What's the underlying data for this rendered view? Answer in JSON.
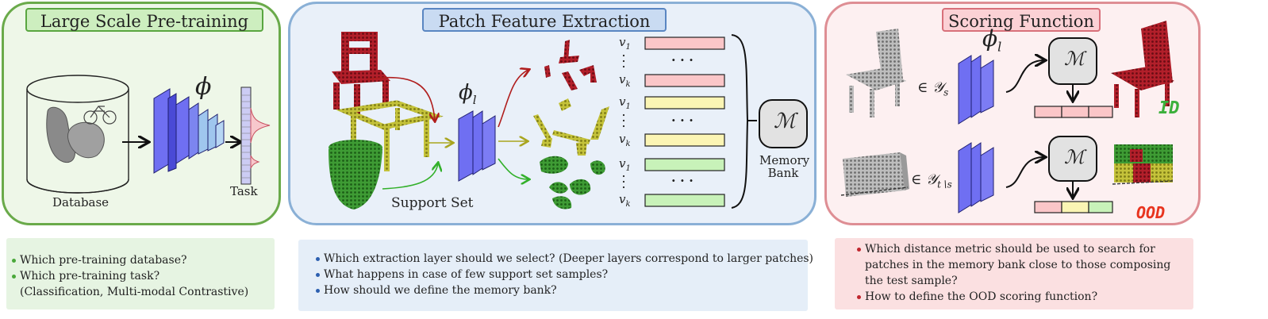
{
  "panels": {
    "pretraining": {
      "title": "Large Scale Pre-training",
      "database_label": "Database",
      "task_label": "Task",
      "model_symbol": "ϕ"
    },
    "patch_extraction": {
      "title": "Patch Feature Extraction",
      "support_label": "Support Set",
      "model_symbol": "ϕ",
      "model_subscript": "l",
      "v_first": "v",
      "v_first_sub": "1",
      "v_last": "v",
      "v_last_sub": "k",
      "dots": "· · ·",
      "memory_symbol": "ℳ",
      "memory_label_1": "Memory",
      "memory_label_2": "Bank"
    },
    "scoring": {
      "title": "Scoring Function",
      "model_symbol": "ϕ",
      "model_subscript": "l",
      "memory_symbol": "ℳ",
      "set_top": "∈ 𝒴",
      "set_top_sub": "s",
      "set_bottom": "∈ 𝒴",
      "set_bottom_sub": "t∖s",
      "id_label": "ID",
      "ood_label": "OOD"
    }
  },
  "notes": {
    "pretraining": [
      "Which pre-training database?",
      "Which pre-training task?",
      "(Classification, Multi-modal Contrastive)"
    ],
    "patch_extraction": [
      "Which extraction layer should we select? (Deeper layers correspond to larger patches)",
      "What happens in case of few support set samples?",
      "How should we define the memory bank?"
    ],
    "scoring": [
      "Which distance metric should be used to search for",
      "patches in the memory bank close to those composing",
      "the test sample?",
      "How to define the OOD scoring function?"
    ]
  },
  "colors": {
    "green_border": "#6aaa4a",
    "blue_border": "#8ab0d6",
    "red_border": "#de8e94",
    "encoder_blue": "#6f6ff2",
    "encoder_light": "#9fc6ee",
    "red_feature": "#fbc6c8",
    "yellow_feature": "#fbf5b4",
    "green_feature": "#c8f2b9",
    "id_green": "#3cb03c",
    "ood_red": "#e8341e"
  }
}
